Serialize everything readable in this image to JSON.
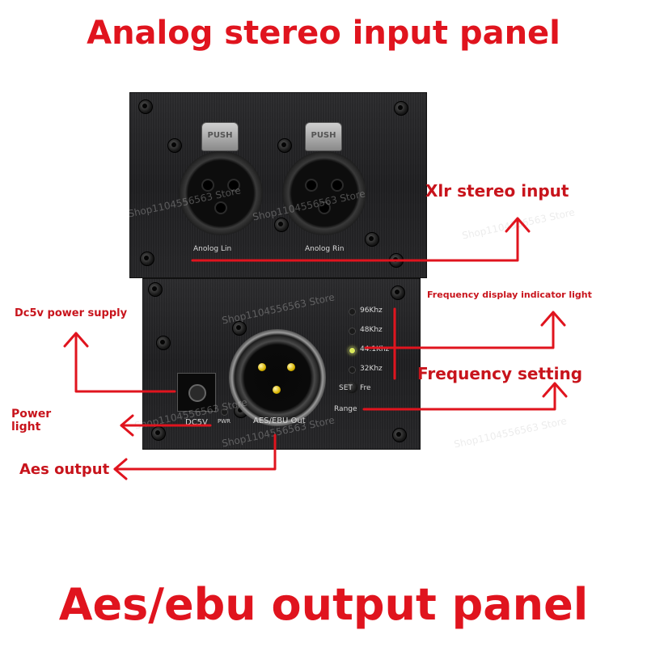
{
  "titles": {
    "top": "Analog stereo input panel",
    "bottom": "Aes/ebu output panel"
  },
  "callouts": {
    "xlr_input": "Xlr stereo input",
    "freq_indicator": "Frequency display indicator light",
    "freq_setting": "Frequency setting",
    "dc_power": "Dc5v power supply",
    "power_light_line1": "Power",
    "power_light_line2": "light",
    "aes_output": "Aes output"
  },
  "panel_labels": {
    "analog_lin": "Anolog  Lin",
    "analog_rin": "Anolog   Rin",
    "push": "PUSH",
    "dc5v": "DC5V",
    "pwr": "PWR",
    "aes_ebu_out": "AES/EBU Out",
    "set": "SET",
    "fre": "Fre",
    "range": "Range"
  },
  "frequencies": [
    {
      "label": "96Khz",
      "active": false
    },
    {
      "label": "48Khz",
      "active": false
    },
    {
      "label": "44.1Khz",
      "active": true
    },
    {
      "label": "32Khz",
      "active": false
    }
  ],
  "watermark": "Shop1104556563 Store",
  "colors": {
    "accent_red": "#e0141e",
    "led_active": "#d9e85a",
    "pin_gold": "#d8b400"
  }
}
